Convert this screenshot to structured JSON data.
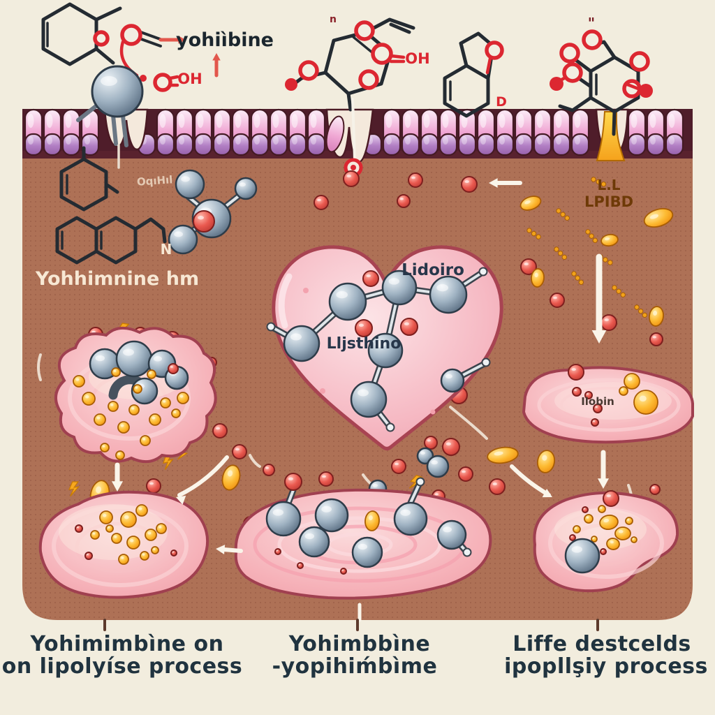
{
  "labels": {
    "yohimbine_annotation": "yohiìbine",
    "membrane_faint": "OqıHıl",
    "left_molecule_name": "Yohhimnine hm",
    "nitrogen": "N",
    "heart_top": "Lidoiro",
    "heart_center": "Lljsthino",
    "burst_line1": "L.L",
    "burst_line2": "LPIBD",
    "right_cell": "Ilobin",
    "oh_top_left": "OH",
    "oh_top_center": "OH",
    "n_subscript": "n",
    "d_atom": "D",
    "quote_mark": "\""
  },
  "captions": {
    "left": {
      "line1": "Yohimimbìne on",
      "line2": "on lipolyíse process"
    },
    "center": {
      "line1": "Yohimbbìne",
      "line2": "-yopihiḿbìme"
    },
    "right": {
      "line1": "Liffe destcelds",
      "line2": "ipopllşiy process"
    }
  },
  "colors": {
    "background": "#f2edde",
    "cytoplasm_brown": "#ae7156",
    "membrane_pink": "#f0a8d4",
    "membrane_purple": "#b27fc4",
    "fat_cell_pink": "#f6b3ba",
    "heart_pink": "#f6bac4",
    "sphere_grey": "#8fa3b4",
    "droplet_red": "#ea5a52",
    "lipid_orange": "#f8a81e",
    "burst_yellow": "#ffc63c",
    "arrow_white": "#faf5ea",
    "caption_dark": "#20333f",
    "structure_black": "#242b32",
    "structure_red": "#dc2731"
  }
}
